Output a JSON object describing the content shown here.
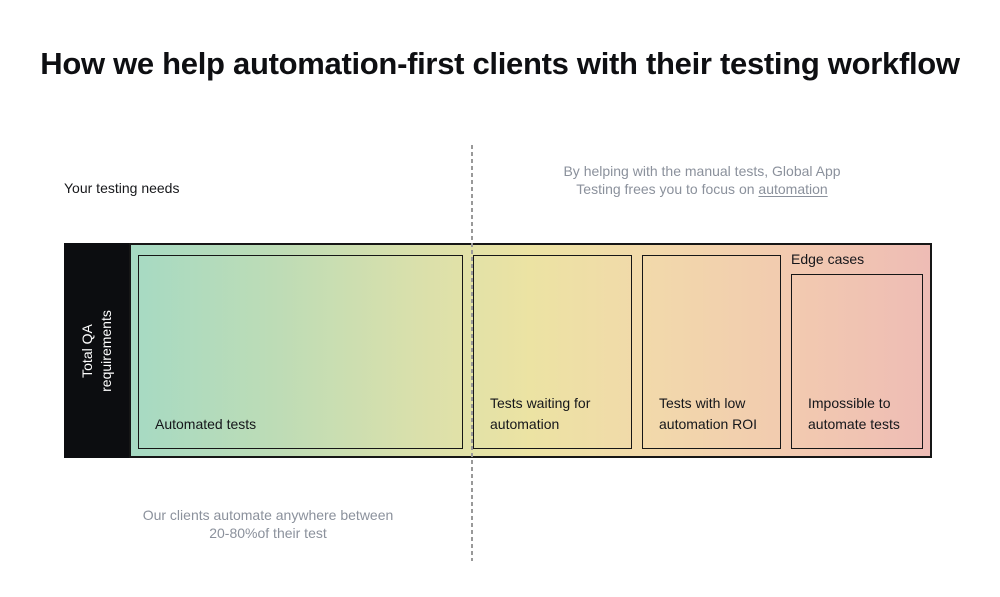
{
  "title": {
    "pre": "How we help ",
    "highlight": "automation-first",
    "post": " clients with their testing workflow"
  },
  "labels": {
    "your_testing_needs": "Your testing needs",
    "edge_cases": "Edge cases"
  },
  "notes": {
    "right": {
      "line1": "By helping with the manual tests, Global App",
      "line2_prefix": "Testing frees you to focus on ",
      "line2_underlined": "automation"
    },
    "bottom": {
      "line1": "Our clients automate anywhere between",
      "line2": "20-80%of their test"
    }
  },
  "bar": {
    "axis": {
      "line1": "Total QA",
      "line2": "requirements"
    },
    "segments": [
      {
        "id": "automated-tests",
        "label": "Automated tests"
      },
      {
        "id": "tests-waiting-for-automation",
        "label": "Tests waiting for automation"
      },
      {
        "id": "tests-low-automation-roi",
        "label": "Tests with low automation ROI"
      },
      {
        "id": "impossible-to-automate",
        "label": "Impossible to automate tests",
        "group_label": "Edge cases"
      }
    ]
  },
  "colors": {
    "gradient_start": "#a6dac3",
    "gradient_mid": "#ece3a3",
    "gradient_end": "#eebcb5",
    "black_block": "#0c0d10",
    "muted_text": "#8b919c",
    "dashed_line": "#999999",
    "border": "#161616"
  }
}
